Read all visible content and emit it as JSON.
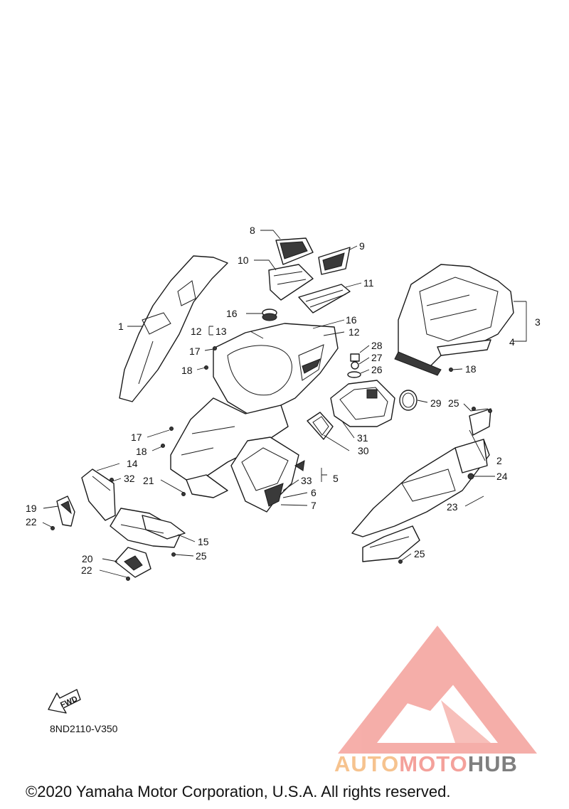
{
  "callouts": [
    "1",
    "2",
    "3",
    "4",
    "5",
    "6",
    "7",
    "8",
    "9",
    "10",
    "11",
    "12",
    "12",
    "13",
    "14",
    "15",
    "16",
    "16",
    "17",
    "17",
    "18",
    "18",
    "18",
    "19",
    "20",
    "21",
    "22",
    "22",
    "23",
    "24",
    "25",
    "25",
    "25",
    "26",
    "27",
    "28",
    "29",
    "30",
    "31",
    "32",
    "33"
  ],
  "fwd_label": "FWD",
  "diagram_code": "8ND2110-V350",
  "watermark": {
    "part1": "AUTO",
    "part2": "MOTO",
    "part3": "HUB"
  },
  "copyright": "©2020 Yamaha Motor Corporation, U.S.A. All rights reserved.",
  "colors": {
    "line": "#1a1a1a",
    "watermark_red": "#f4a19b",
    "watermark_orange": "#f6c38f",
    "watermark_gray": "#7f7f7f"
  }
}
